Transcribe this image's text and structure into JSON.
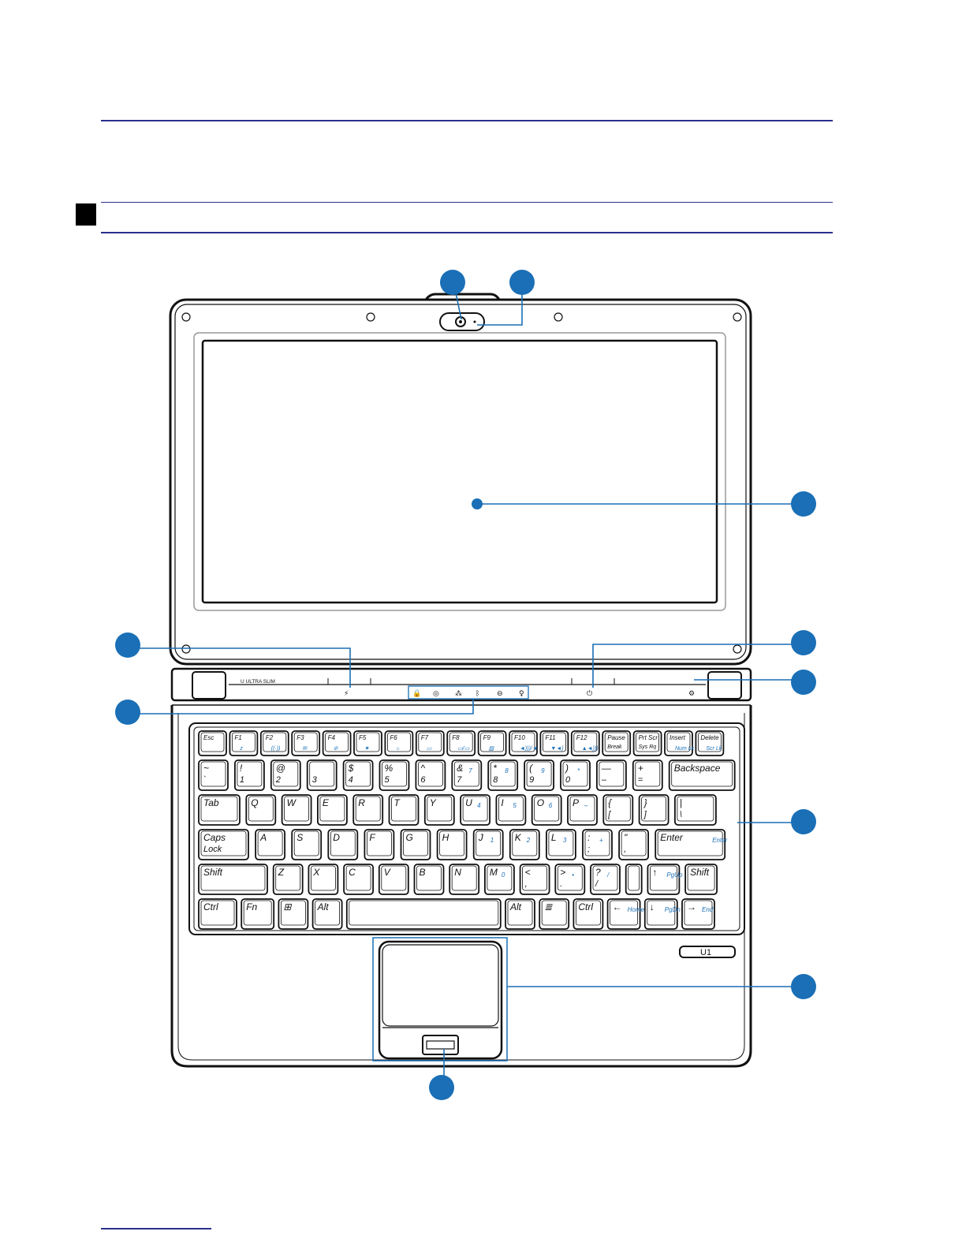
{
  "page": {
    "section_square_color": "#000000",
    "rule_color": "#2b2f8c",
    "callout_color": "#1a6fb6"
  },
  "figure": {
    "bezel_label": "U ULTRA SLIM",
    "model_badge": "U1",
    "callout_count": 10,
    "keyboard": {
      "row_function": [
        {
          "l": "Esc"
        },
        {
          "l": "F1",
          "s": "z"
        },
        {
          "l": "F2",
          "s": "((·))"
        },
        {
          "l": "F3",
          "s": "✉"
        },
        {
          "l": "F4",
          "s": "⊘"
        },
        {
          "l": "F5",
          "s": "✷"
        },
        {
          "l": "F6",
          "s": "☼"
        },
        {
          "l": "F7",
          "s": "▭"
        },
        {
          "l": "F8",
          "s": "▭/▭"
        },
        {
          "l": "F9",
          "s": "▨"
        },
        {
          "l": "F10",
          "s": "◄)))/◄"
        },
        {
          "l": "F11",
          "s": "▼◄)"
        },
        {
          "l": "F12",
          "s": "▲◄)))"
        },
        {
          "l": "Pause",
          "l2": "Break"
        },
        {
          "l": "Prt Scr",
          "l2": "Sys Rq"
        },
        {
          "l": "Insert",
          "s": "Num Lk"
        },
        {
          "l": "Delete",
          "s": "Scr Lk"
        }
      ],
      "row_number": [
        {
          "l": "~",
          "l2": "`"
        },
        {
          "l": "!",
          "l2": "1"
        },
        {
          "l": "@",
          "l2": "2"
        },
        {
          "l": "",
          "l2": "3"
        },
        {
          "l": "$",
          "l2": "4"
        },
        {
          "l": "%",
          "l2": "5"
        },
        {
          "l": "^",
          "l2": "6"
        },
        {
          "l": "&",
          "l2": "7",
          "s": "7"
        },
        {
          "l": "*",
          "l2": "8",
          "s": "8"
        },
        {
          "l": "(",
          "l2": "9",
          "s": "9"
        },
        {
          "l": ")",
          "l2": "0",
          "s": "*"
        },
        {
          "l": "—",
          "l2": "–"
        },
        {
          "l": "+",
          "l2": "="
        },
        {
          "l": "Backspace"
        }
      ],
      "row_q": [
        {
          "l": "Tab"
        },
        {
          "l": "Q"
        },
        {
          "l": "W"
        },
        {
          "l": "E"
        },
        {
          "l": "R"
        },
        {
          "l": "T"
        },
        {
          "l": "Y"
        },
        {
          "l": "U",
          "s": "4"
        },
        {
          "l": "I",
          "s": "5"
        },
        {
          "l": "O",
          "s": "6"
        },
        {
          "l": "P",
          "s": "–"
        },
        {
          "l": "{",
          "l2": "["
        },
        {
          "l": "}",
          "l2": "]"
        },
        {
          "l": "|",
          "l2": "\\"
        }
      ],
      "row_a": [
        {
          "l": "Caps",
          "l2": "Lock"
        },
        {
          "l": "A"
        },
        {
          "l": "S"
        },
        {
          "l": "D"
        },
        {
          "l": "F"
        },
        {
          "l": "G"
        },
        {
          "l": "H"
        },
        {
          "l": "J",
          "s": "1"
        },
        {
          "l": "K",
          "s": "2"
        },
        {
          "l": "L",
          "s": "3"
        },
        {
          "l": ":",
          "l2": ";",
          "s": "+"
        },
        {
          "l": "\"",
          "l2": ","
        },
        {
          "l": "Enter",
          "s": "Enter"
        }
      ],
      "row_z": [
        {
          "l": "Shift"
        },
        {
          "l": "Z"
        },
        {
          "l": "X"
        },
        {
          "l": "C"
        },
        {
          "l": "V"
        },
        {
          "l": "B"
        },
        {
          "l": "N"
        },
        {
          "l": "M",
          "s": "0"
        },
        {
          "l": "<",
          "l2": ","
        },
        {
          "l": ">",
          "l2": ".",
          "s": "•"
        },
        {
          "l": "?",
          "l2": "/",
          "s": "/"
        },
        {
          "l": ""
        },
        {
          "l": "↑",
          "s": "PgUp"
        },
        {
          "l": "Shift"
        }
      ],
      "row_bottom": [
        {
          "l": "Ctrl"
        },
        {
          "l": "Fn"
        },
        {
          "l": "⊞"
        },
        {
          "l": "Alt"
        },
        {
          "l": ""
        },
        {
          "l": "Alt"
        },
        {
          "l": "≣"
        },
        {
          "l": "Ctrl"
        },
        {
          "l": "←",
          "s": "Home"
        },
        {
          "l": "↓",
          "s": "PgDn"
        },
        {
          "l": "→",
          "s": "End"
        }
      ]
    }
  }
}
